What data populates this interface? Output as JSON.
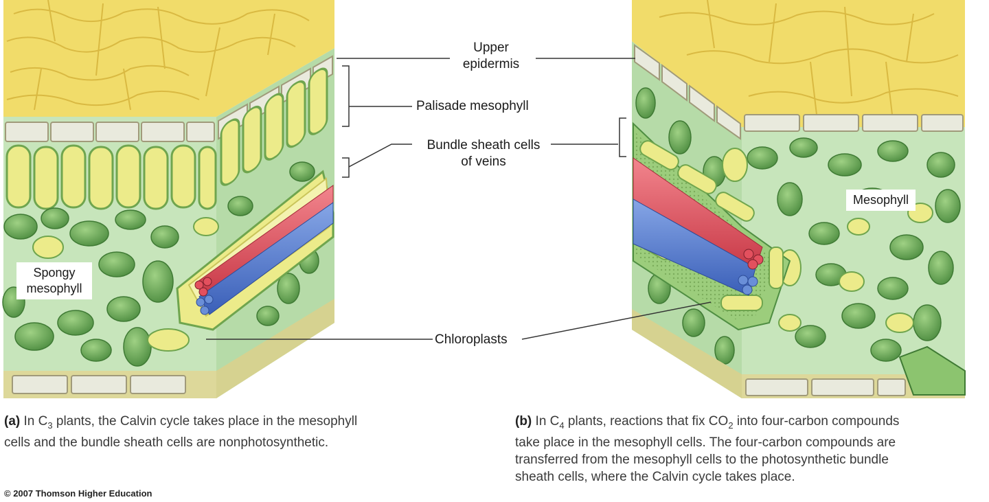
{
  "labels": {
    "upper_epidermis_1": "Upper",
    "upper_epidermis_2": "epidermis",
    "palisade_mesophyll": "Palisade mesophyll",
    "bundle_sheath_1": "Bundle sheath cells",
    "bundle_sheath_2": "of veins",
    "chloroplasts": "Chloroplasts",
    "spongy_1": "Spongy",
    "spongy_2": "mesophyll",
    "mesophyll": "Mesophyll"
  },
  "captions": {
    "a_tag": "(a)",
    "a_pre": "In C",
    "a_sub": "3",
    "a_line1_rest": " plants, the Calvin cycle takes place in the mesophyll",
    "a_line2": "cells and the bundle sheath cells are nonphotosynthetic.",
    "b_tag": "(b)",
    "b_pre": "In C",
    "b_sub": "4",
    "b_mid": " plants, reactions that fix CO",
    "b_sub2": "2",
    "b_line1_rest": " into four-carbon compounds",
    "b_line2": "take place in the mesophyll cells. The four-carbon compounds are",
    "b_line3": "transferred from the mesophyll cells to the photosynthetic bundle",
    "b_line4": "sheath cells, where the Calvin cycle takes place."
  },
  "copyright": "© 2007 Thomson Higher Education",
  "colors": {
    "epidermis_top": "#f1dc6a",
    "epidermis_cell": "#e9eadd",
    "mesophyll_bg": "#bfe0b3",
    "cell_green": "#5f9f4e",
    "cell_light": "#8cc46f",
    "sheath_yellow": "#e9e77e",
    "vein_red": "#e3505e",
    "vein_blue": "#4f78cf"
  }
}
